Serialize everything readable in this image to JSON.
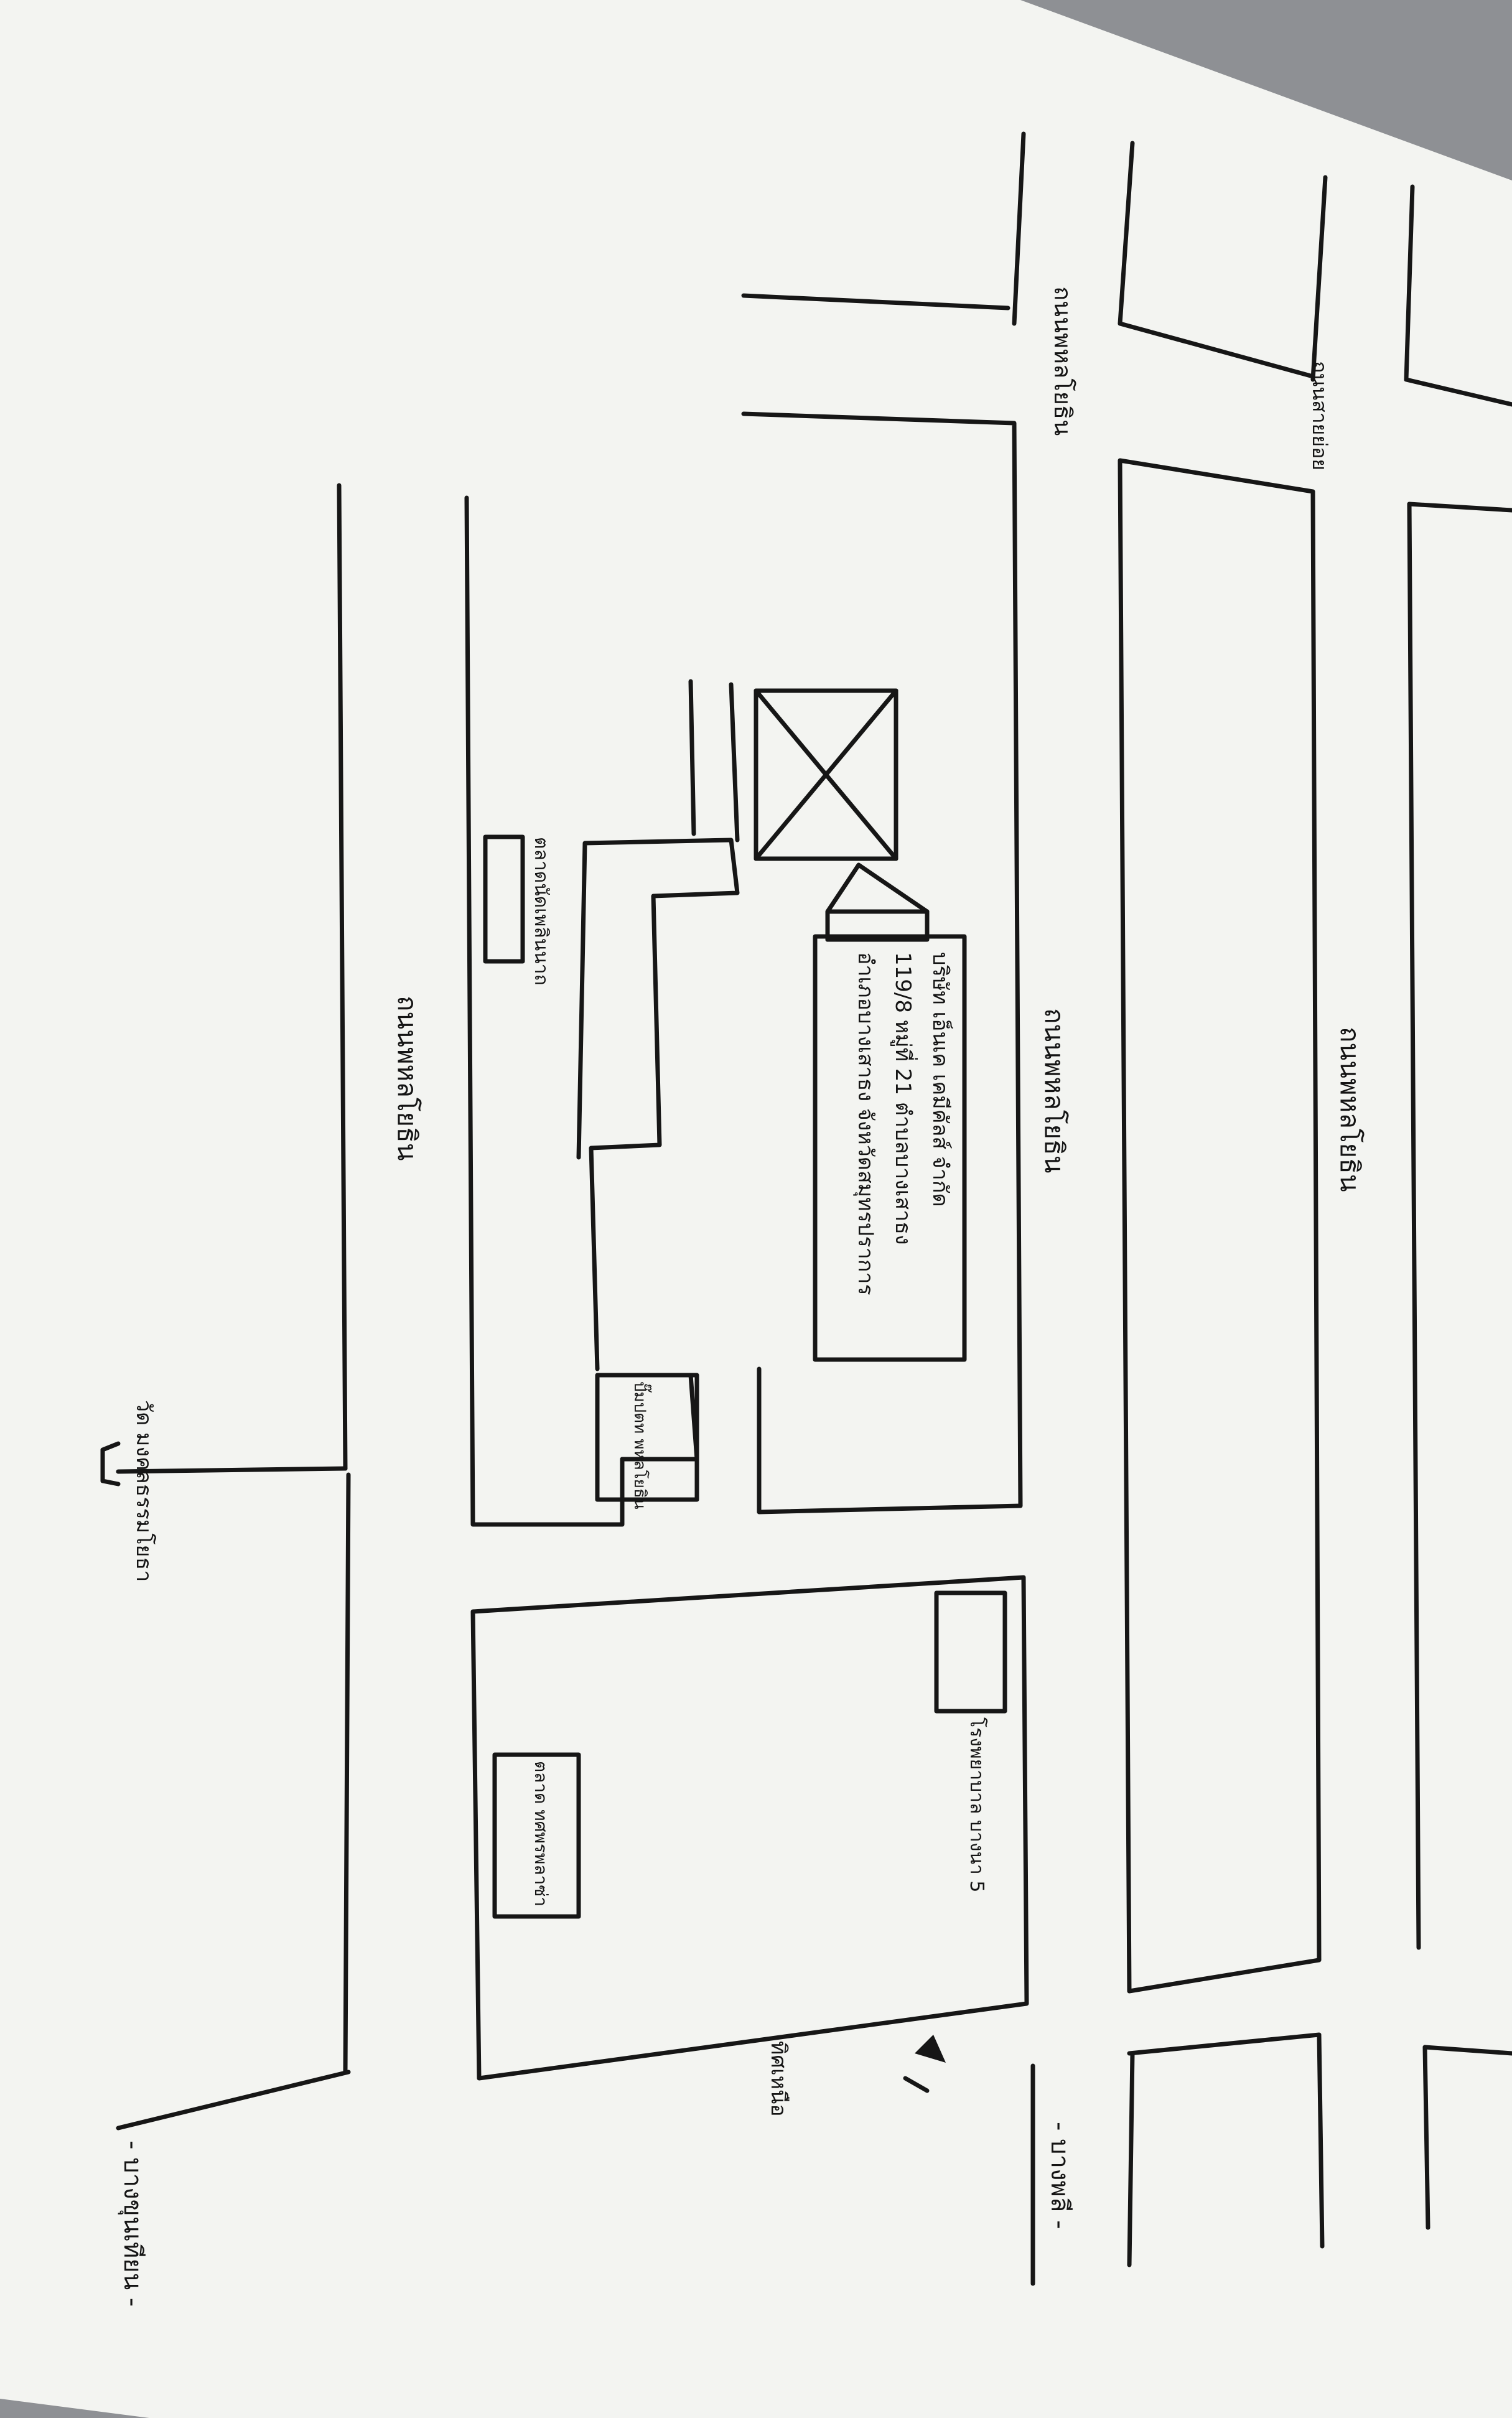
{
  "map": {
    "colors": {
      "paper": "#f3f4f1",
      "ink": "#161616",
      "background": "#8e9094"
    },
    "roads": {
      "road_left": "ถนนพหลโยธิน",
      "road_center": "ถนนพหลโยธิน",
      "road_right": "ถนนพหลโยธิน",
      "road_far_right": "ถนนพหลโยธิน"
    },
    "directions": {
      "to_bangkok_top": "- บางขุนเทียน -",
      "to_bangkok_bottom": "- บางพลี -"
    },
    "company": {
      "line1": "บริษัท เอ็นเค เคมีคัลส์ จำกัด",
      "line2": "119/8 หมู่ที่ 21 ตำบลบางเสาธง",
      "line3": "อำเภอบางเสาธง จังหวัดสมุทรปราการ"
    },
    "landmarks": {
      "fresh_market": "ตลาดนัดเพลินนาถ",
      "gas_station": "ปั๊มปตท พหลโยธิน",
      "department_store": "ตลาด ทศพรพลาซ่า",
      "hospital": "โรงพยาบาล บางนา 5",
      "temple": "วัด มงคลธรรมโยธา",
      "branch_road": "ถนนสายย่อย",
      "north_label": "ทิศเหนือ"
    }
  }
}
